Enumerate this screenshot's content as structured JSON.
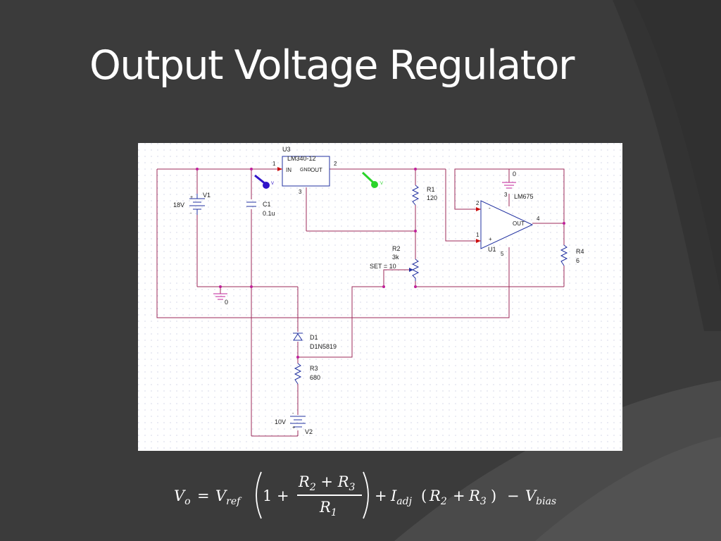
{
  "slide": {
    "title": "Output Voltage Regulator",
    "colors": {
      "background": "#3a3a3a",
      "title": "#ffffff",
      "wire": "#9c2a5a",
      "node": "#c0209a",
      "probe_v": "#3014c8",
      "probe_out": "#2ad42a"
    }
  },
  "schematic": {
    "u3": {
      "ref": "U3",
      "part": "LM340-12",
      "pin_in": "IN",
      "pin_gnd": "GND",
      "pin_out": "OUT",
      "pin1": "1",
      "pin2": "2",
      "pin3": "3"
    },
    "v1": {
      "ref": "V1",
      "value": "18V",
      "plus": "+",
      "minus": "-"
    },
    "c1": {
      "ref": "C1",
      "value": "0.1u"
    },
    "r1": {
      "ref": "R1",
      "value": "120"
    },
    "r2": {
      "ref": "R2",
      "value": "3k",
      "set": "SET = 10"
    },
    "u1": {
      "ref": "U1",
      "part": "LM675",
      "pin_out": "OUT",
      "pin1": "1",
      "pin2": "2",
      "pin3": "3",
      "pin4": "4",
      "pin5": "5",
      "minus": "-",
      "plus": "+"
    },
    "r4": {
      "ref": "R4",
      "value": "6"
    },
    "d1": {
      "ref": "D1",
      "part": "D1N5819"
    },
    "r3": {
      "ref": "R3",
      "value": "680"
    },
    "v2": {
      "ref": "V2",
      "value": "10V",
      "plus": "+",
      "minus": "-"
    },
    "gnd1": {
      "label": "0"
    },
    "gnd2": {
      "label": "0"
    },
    "probe1": {
      "label": "V"
    },
    "probe2": {
      "label": "V"
    }
  },
  "formula": {
    "vo": "V",
    "vo_sub": "o",
    "eq": "=",
    "vref": "V",
    "vref_sub": "ref",
    "one_plus": "1 +",
    "num_r2": "R",
    "num_r2_sub": "2",
    "num_plus": "+",
    "num_r3": "R",
    "num_r3_sub": "3",
    "den_r1": "R",
    "den_r1_sub": "1",
    "plus_iadj": "+",
    "iadj": "I",
    "iadj_sub": "adj",
    "paren_open": "(",
    "p_r2": "R",
    "p_r2_sub": "2",
    "p_plus": "+",
    "p_r3": "R",
    "p_r3_sub": "3",
    "paren_close": ")",
    "minus": "−",
    "vbias": "V",
    "vbias_sub": "bias"
  }
}
